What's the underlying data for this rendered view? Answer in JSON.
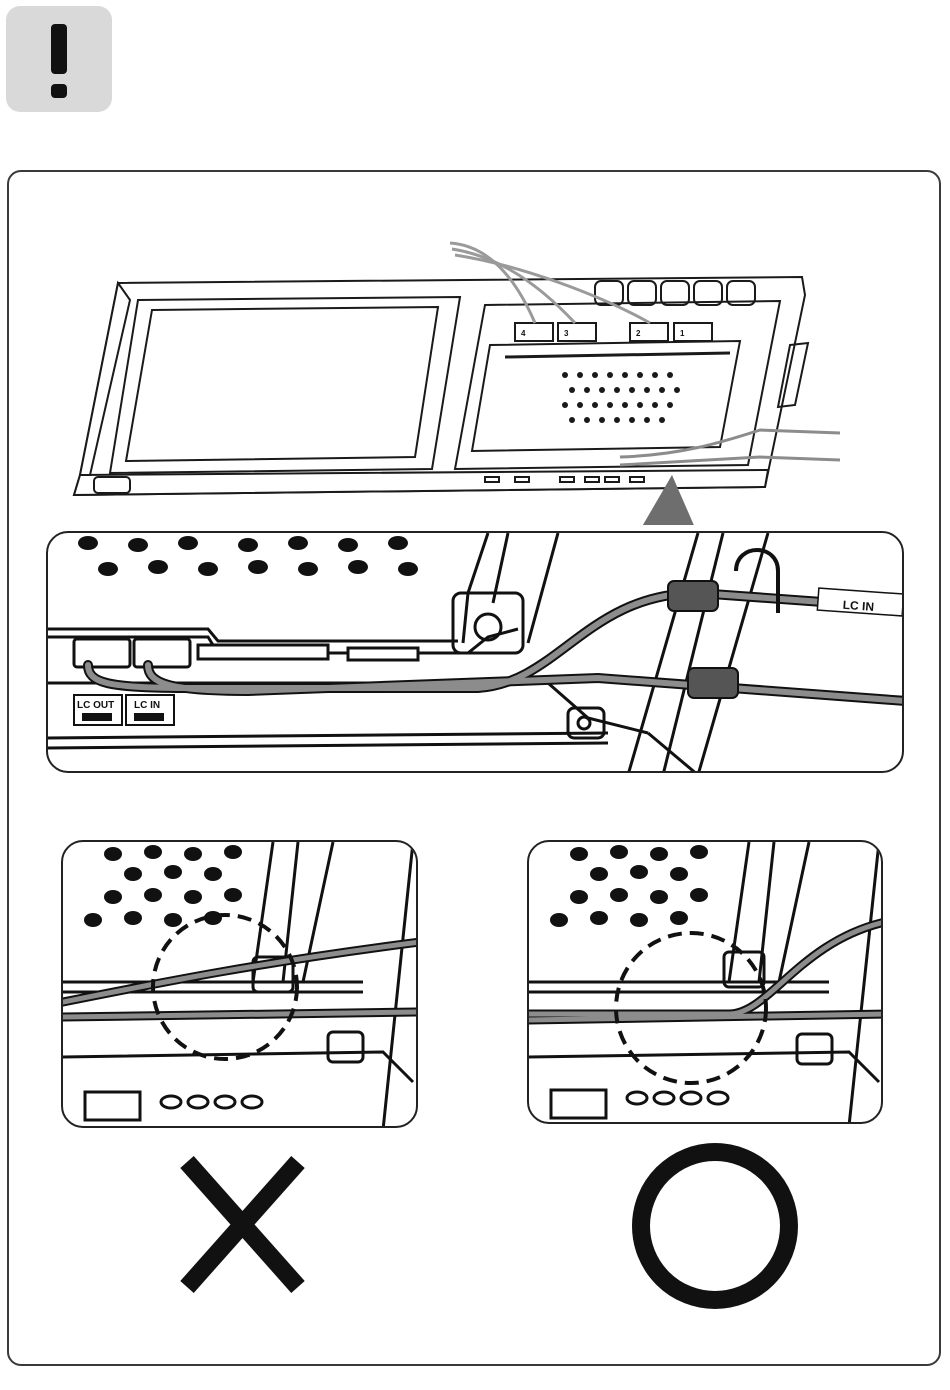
{
  "labels": {
    "lc_in": "LC IN",
    "lc_out": "LC OUT",
    "port_lc_in": "LC IN"
  },
  "connectors": [
    "4",
    "3",
    "2",
    "1"
  ],
  "verdicts": {
    "wrong_symbol": "cross",
    "right_symbol": "circle"
  },
  "icons": {
    "warning": "exclamation-icon",
    "wrong": "cross-icon",
    "right": "circle-check-icon"
  },
  "colors": {
    "line": "#1a1a1a",
    "cable": "#8c8c8c",
    "warning_bg": "#d9d9d9"
  }
}
